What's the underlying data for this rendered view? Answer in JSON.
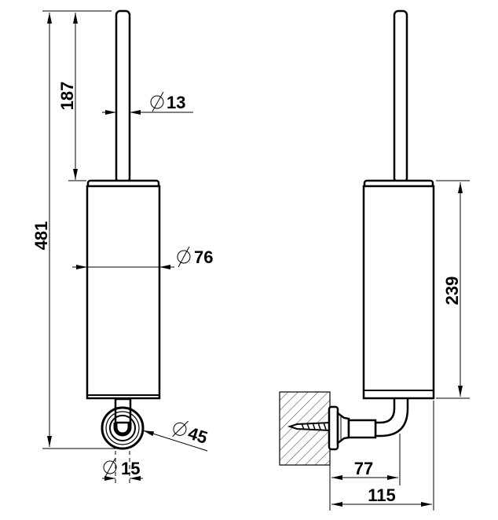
{
  "drawing": {
    "stroke_color": "#000000",
    "background": "#ffffff",
    "front_view": {
      "dims": {
        "total_height": "481",
        "rod_length": "187",
        "rod_diameter": "13",
        "body_diameter": "76",
        "base_diameter": "45",
        "base_inner_diameter": "15"
      }
    },
    "side_view": {
      "dims": {
        "body_height": "239",
        "projection_bend": "77",
        "projection_total": "115"
      }
    }
  }
}
